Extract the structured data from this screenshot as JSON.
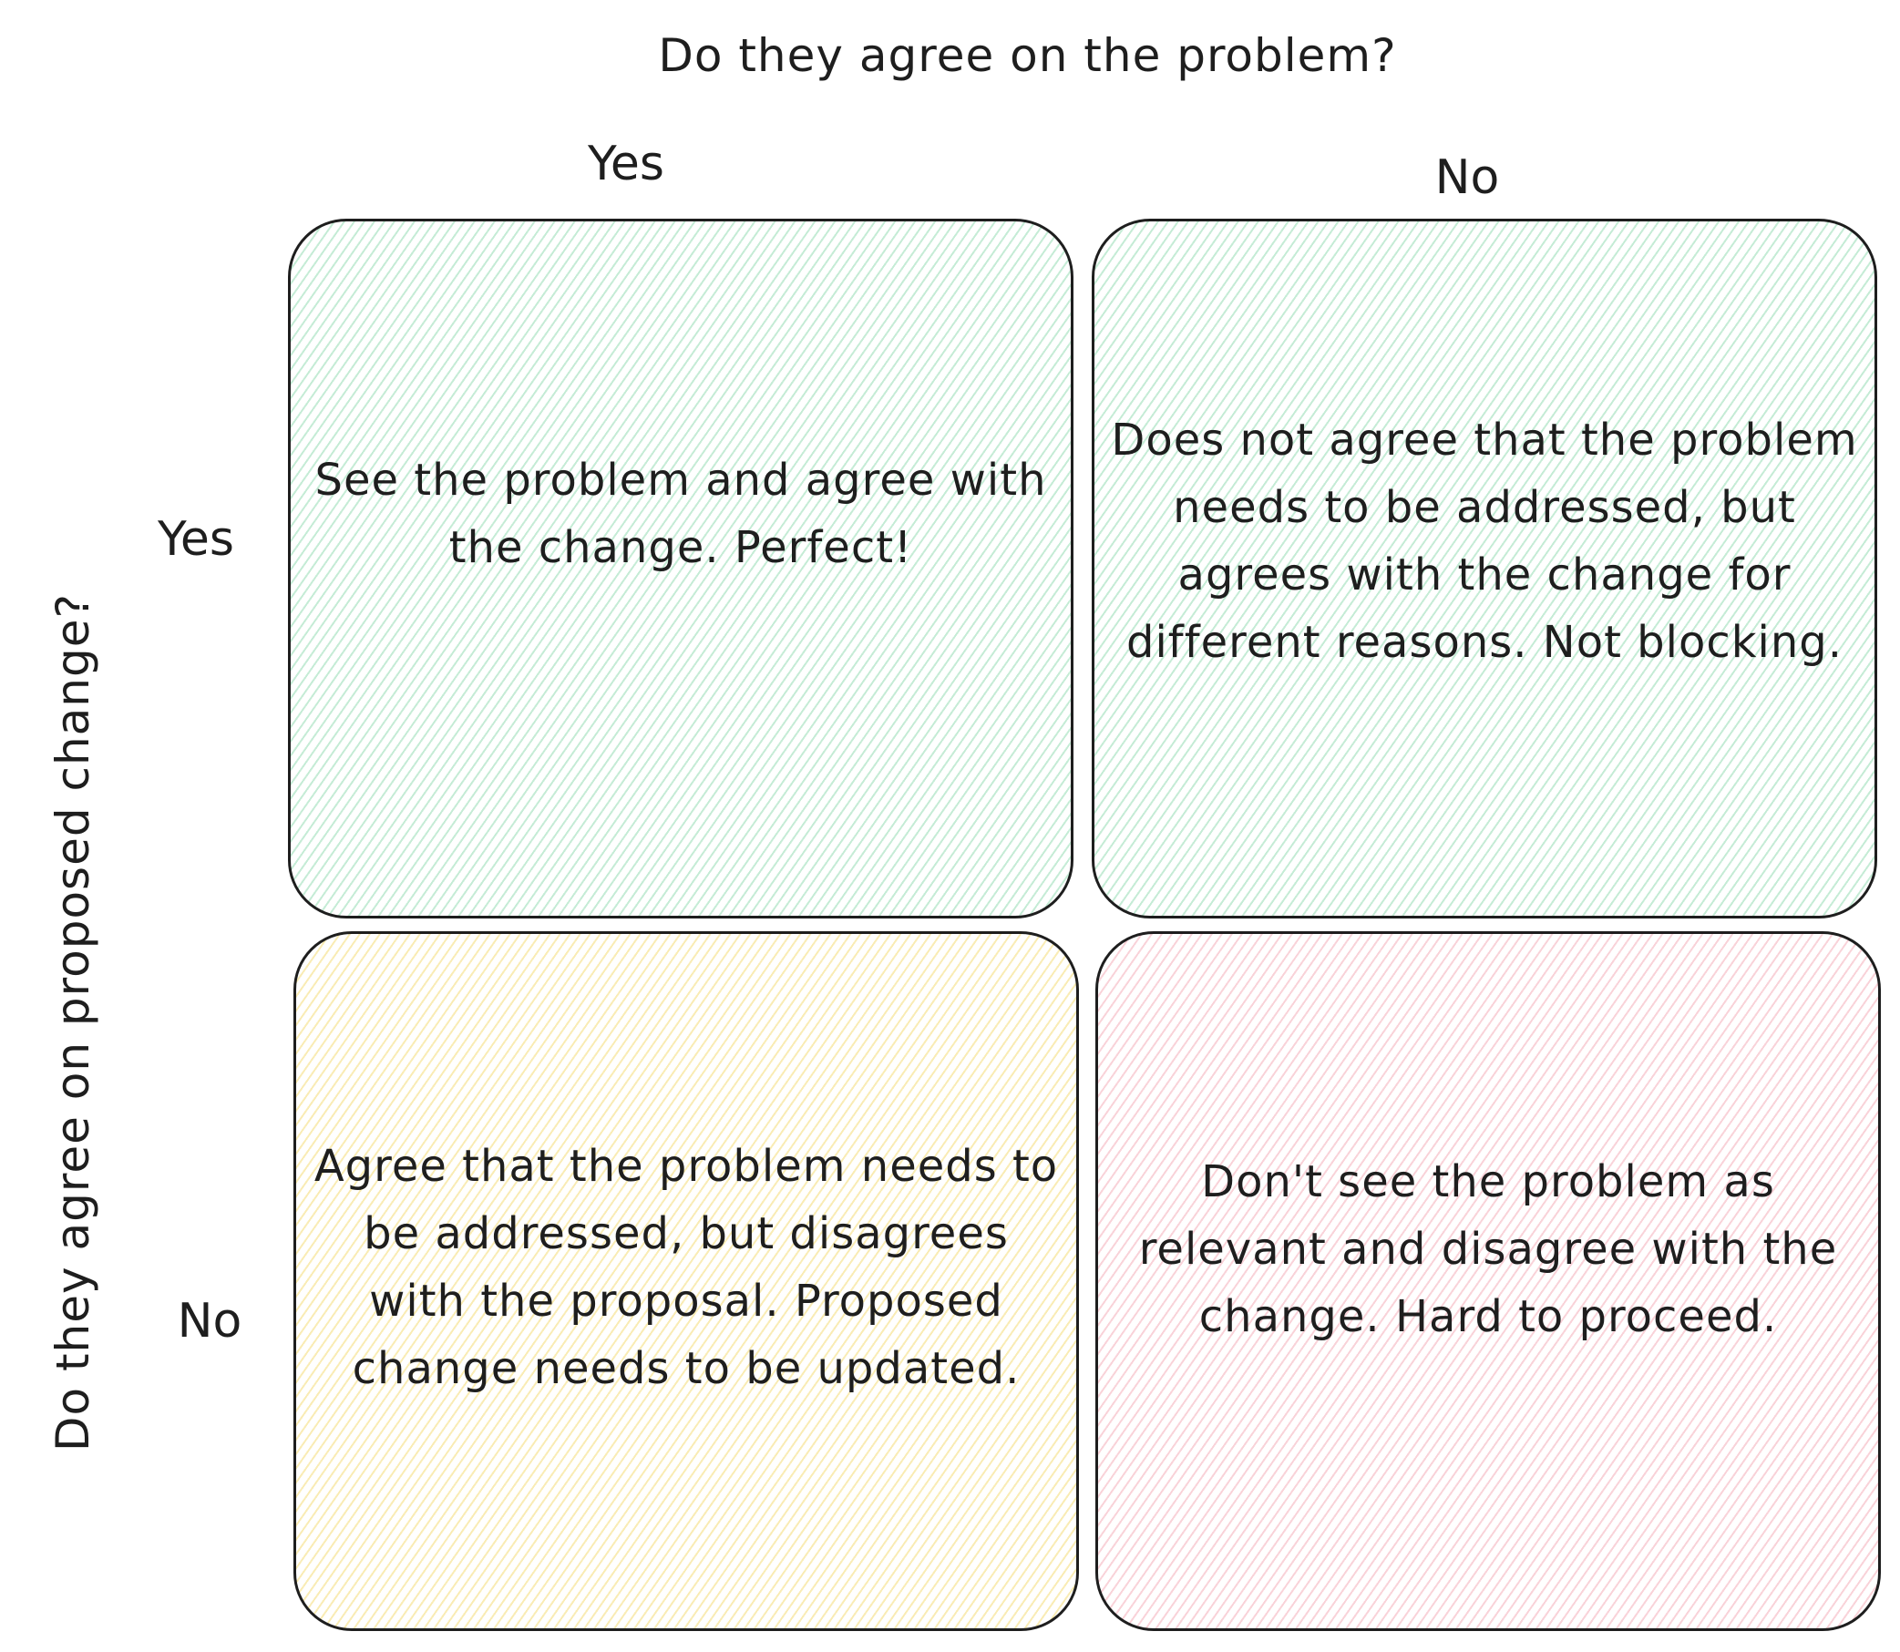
{
  "diagram": {
    "x_axis_title": "Do they agree on the problem?",
    "y_axis_title": "Do they agree on proposed change?",
    "columns": [
      "Yes",
      "No"
    ],
    "rows": [
      "Yes",
      "No"
    ],
    "quadrants": {
      "yes_yes": "See the problem and agree with the change. Perfect!",
      "no_yes": "Does not agree that the problem needs to be addressed, but agrees with the change for different reasons. Not blocking.",
      "yes_no": "Agree that the problem needs to be addressed, but disagrees with the proposal. Proposed change needs to be updated.",
      "no_no": "Don't see the problem as relevant and disagree with the change. Hard to proceed."
    },
    "colors": {
      "green_hatch": "#40c078",
      "yellow_hatch": "#f0cd3c",
      "red_hatch": "#ec6e82",
      "stroke": "#1e1e1e"
    }
  }
}
